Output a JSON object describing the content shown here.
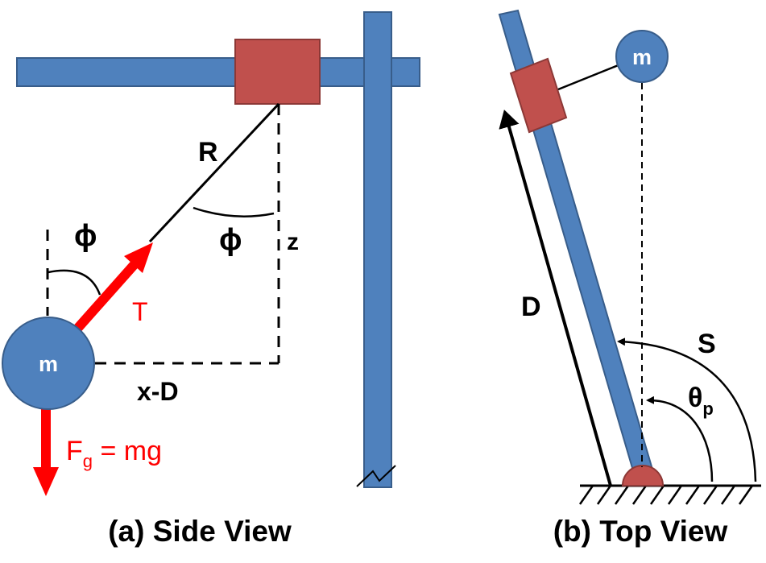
{
  "colors": {
    "beam": "#4f81bd",
    "beam_stroke": "#385d8a",
    "block": "#c0504d",
    "block_stroke": "#8c3836",
    "force": "#ff0000",
    "ink": "#000000"
  },
  "side_view": {
    "caption": "(a) Side View",
    "mass_label": "m",
    "length_label": "R",
    "angle_label_inner": "ϕ",
    "angle_label_outer": "ϕ",
    "height_label": "z",
    "offset_label": "x-D",
    "tension_label": "T",
    "gravity_label_main": "F",
    "gravity_label_sub": "g",
    "gravity_label_rest": " = mg"
  },
  "top_view": {
    "caption": "(b) Top View",
    "mass_label": "m",
    "distance_label": "D",
    "arc_label": "S",
    "theta_main": "θ",
    "theta_sub": "p"
  }
}
